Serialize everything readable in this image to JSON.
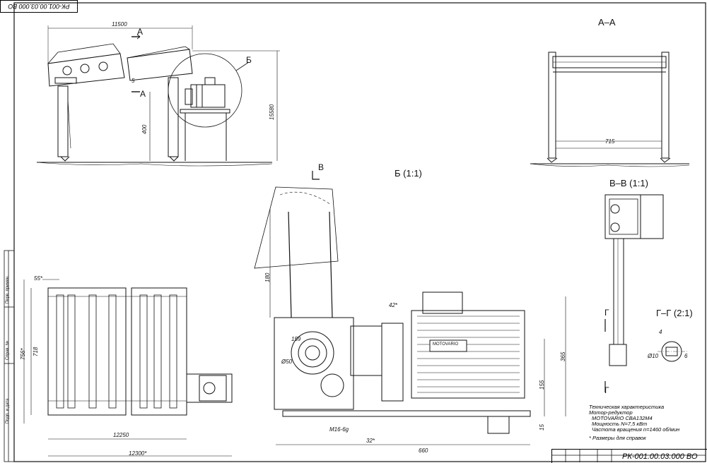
{
  "drawing": {
    "stamp_code": "РК-001.00.03.000 ВО",
    "titleblock_code": "РК-001.00.03.000 ВО"
  },
  "views": {
    "section_a": "А–А",
    "detail_b": "Б (1:1)",
    "section_v": "В–В (1:1)",
    "section_g": "Г–Г (2:1)",
    "cut_a_top": "А",
    "cut_a_bottom": "А",
    "callout_b": "Б",
    "cut_v": "В",
    "cut_g_top": "Г",
    "cut_g_bottom": "Г"
  },
  "dimensions": {
    "top_length": "11500",
    "height_total": "15580",
    "height_400": "400",
    "small_5": "5",
    "width_715": "715",
    "dim_55": "55*",
    "dim_718": "718",
    "dim_756": "756*",
    "dim_12250": "12250",
    "dim_12300": "12300*",
    "dim_42": "42*",
    "dim_159": "159",
    "dim_50": "Ø50",
    "dim_180": "180",
    "dim_365": "365",
    "dim_155": "155",
    "dim_15": "15",
    "dim_m16": "М16-6g",
    "dim_32": "32*",
    "dim_660": "660",
    "dim_4": "4",
    "dim_10": "Ø10",
    "dim_6": "6"
  },
  "motor_plate": "MOTOVARIO",
  "specs": {
    "heading": "Техническая характеристика",
    "line1": "Мотор-редуктор",
    "line2": "MOTOVARIO CBA132M4",
    "line3": "Мощность N=7,5 кВт",
    "line4": "Частота вращения n=1460 об/мин",
    "footnote": "* Размеры для справок"
  },
  "margin_labels": {
    "l1": "Перв. примен.",
    "l2": "Справ. №",
    "l3": "Подп. и дата"
  }
}
